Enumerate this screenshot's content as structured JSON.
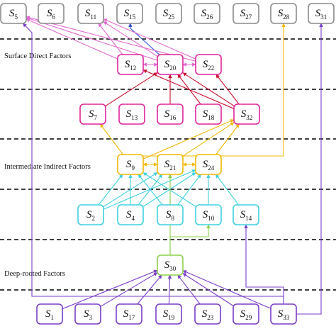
{
  "layers": [
    {
      "id": "surface",
      "label": "Surface Direct Factors"
    },
    {
      "id": "intermediate",
      "label": "Intermediate Indirect Factors"
    },
    {
      "id": "deep",
      "label": "Deep-rooted Factors"
    }
  ],
  "colors": {
    "gray": "#8a8a8a",
    "pink": "#e0249b",
    "lightpink": "#e06ad0",
    "red": "#c8102e",
    "orange": "#f2b705",
    "cyan": "#3fd0e0",
    "green": "#8ad04a",
    "purple": "#7a3ec8",
    "blue": "#2a4fd0"
  },
  "nodes": [
    {
      "id": "S5",
      "letter": "S",
      "sub": "5",
      "color": "gray"
    },
    {
      "id": "S6",
      "letter": "S",
      "sub": "6",
      "color": "gray"
    },
    {
      "id": "S11",
      "letter": "S",
      "sub": "11",
      "color": "gray"
    },
    {
      "id": "S15",
      "letter": "S",
      "sub": "15",
      "color": "gray"
    },
    {
      "id": "S25",
      "letter": "S",
      "sub": "25",
      "color": "gray"
    },
    {
      "id": "S26",
      "letter": "S",
      "sub": "26",
      "color": "gray"
    },
    {
      "id": "S27",
      "letter": "S",
      "sub": "27",
      "color": "gray"
    },
    {
      "id": "S28",
      "letter": "S",
      "sub": "28",
      "color": "gray"
    },
    {
      "id": "S31",
      "letter": "S",
      "sub": "31",
      "color": "gray"
    },
    {
      "id": "S12",
      "letter": "S",
      "sub": "12",
      "color": "pink"
    },
    {
      "id": "S20",
      "letter": "S",
      "sub": "20",
      "color": "pink"
    },
    {
      "id": "S22",
      "letter": "S",
      "sub": "22",
      "color": "pink"
    },
    {
      "id": "S7",
      "letter": "S",
      "sub": "7",
      "color": "pink"
    },
    {
      "id": "S13",
      "letter": "S",
      "sub": "13",
      "color": "pink"
    },
    {
      "id": "S16",
      "letter": "S",
      "sub": "16",
      "color": "pink"
    },
    {
      "id": "S18",
      "letter": "S",
      "sub": "18",
      "color": "pink"
    },
    {
      "id": "S32",
      "letter": "S",
      "sub": "32",
      "color": "pink"
    },
    {
      "id": "S9",
      "letter": "S",
      "sub": "9",
      "color": "orange"
    },
    {
      "id": "S21",
      "letter": "S",
      "sub": "21",
      "color": "orange"
    },
    {
      "id": "S24",
      "letter": "S",
      "sub": "24",
      "color": "orange"
    },
    {
      "id": "S2",
      "letter": "S",
      "sub": "2",
      "color": "cyan"
    },
    {
      "id": "S4",
      "letter": "S",
      "sub": "4",
      "color": "cyan"
    },
    {
      "id": "S8",
      "letter": "S",
      "sub": "8",
      "color": "cyan"
    },
    {
      "id": "S10",
      "letter": "S",
      "sub": "10",
      "color": "cyan"
    },
    {
      "id": "S14",
      "letter": "S",
      "sub": "14",
      "color": "cyan"
    },
    {
      "id": "S30",
      "letter": "S",
      "sub": "30",
      "color": "green"
    },
    {
      "id": "S1",
      "letter": "S",
      "sub": "1",
      "color": "purple"
    },
    {
      "id": "S3",
      "letter": "S",
      "sub": "3",
      "color": "purple"
    },
    {
      "id": "S17",
      "letter": "S",
      "sub": "17",
      "color": "purple"
    },
    {
      "id": "S19",
      "letter": "S",
      "sub": "19",
      "color": "purple"
    },
    {
      "id": "S23",
      "letter": "S",
      "sub": "23",
      "color": "purple"
    },
    {
      "id": "S29",
      "letter": "S",
      "sub": "29",
      "color": "purple"
    },
    {
      "id": "S33",
      "letter": "S",
      "sub": "33",
      "color": "purple"
    }
  ],
  "edges": [
    {
      "from": "S33",
      "to": "S31",
      "color": "purple"
    },
    {
      "from": "S33",
      "to": "S14",
      "color": "purple"
    },
    {
      "from": "S12",
      "to": "S5",
      "color": "lightpink"
    },
    {
      "from": "S12",
      "to": "S11",
      "color": "lightpink"
    },
    {
      "from": "S20",
      "to": "S5",
      "color": "lightpink"
    },
    {
      "from": "S20",
      "to": "S11",
      "color": "lightpink"
    },
    {
      "from": "S20",
      "to": "S15",
      "color": "blue"
    },
    {
      "from": "S22",
      "to": "S5",
      "color": "lightpink"
    },
    {
      "from": "S22",
      "to": "S11",
      "color": "lightpink"
    },
    {
      "from": "S12",
      "to": "S20",
      "color": "lightpink",
      "both": true
    },
    {
      "from": "S20",
      "to": "S22",
      "color": "lightpink",
      "both": true
    },
    {
      "from": "S7",
      "to": "S20",
      "color": "red"
    },
    {
      "from": "S16",
      "to": "S20",
      "color": "red"
    },
    {
      "from": "S18",
      "to": "S20",
      "color": "red"
    },
    {
      "from": "S32",
      "to": "S12",
      "color": "red"
    },
    {
      "from": "S32",
      "to": "S20",
      "color": "red"
    },
    {
      "from": "S32",
      "to": "S22",
      "color": "red"
    },
    {
      "from": "S9",
      "to": "S7",
      "color": "orange"
    },
    {
      "from": "S9",
      "to": "S32",
      "color": "orange"
    },
    {
      "from": "S21",
      "to": "S32",
      "color": "orange"
    },
    {
      "from": "S24",
      "to": "S32",
      "color": "orange"
    },
    {
      "from": "S9",
      "to": "S21",
      "color": "orange",
      "both": true
    },
    {
      "from": "S21",
      "to": "S24",
      "color": "orange",
      "both": true
    },
    {
      "from": "S9",
      "to": "S28",
      "color": "orange"
    },
    {
      "from": "S2",
      "to": "S9",
      "color": "cyan"
    },
    {
      "from": "S2",
      "to": "S21",
      "color": "cyan"
    },
    {
      "from": "S2",
      "to": "S24",
      "color": "cyan"
    },
    {
      "from": "S4",
      "to": "S9",
      "color": "cyan"
    },
    {
      "from": "S4",
      "to": "S21",
      "color": "cyan"
    },
    {
      "from": "S4",
      "to": "S24",
      "color": "cyan"
    },
    {
      "from": "S8",
      "to": "S9",
      "color": "cyan"
    },
    {
      "from": "S8",
      "to": "S21",
      "color": "cyan"
    },
    {
      "from": "S8",
      "to": "S24",
      "color": "cyan"
    },
    {
      "from": "S10",
      "to": "S9",
      "color": "cyan"
    },
    {
      "from": "S10",
      "to": "S24",
      "color": "cyan"
    },
    {
      "from": "S14",
      "to": "S24",
      "color": "cyan"
    },
    {
      "from": "S30",
      "to": "S21",
      "color": "green"
    },
    {
      "from": "S30",
      "to": "S10",
      "color": "green"
    },
    {
      "from": "S1",
      "to": "S30",
      "color": "purple"
    },
    {
      "from": "S3",
      "to": "S30",
      "color": "purple"
    },
    {
      "from": "S17",
      "to": "S30",
      "color": "purple"
    },
    {
      "from": "S19",
      "to": "S30",
      "color": "purple"
    },
    {
      "from": "S23",
      "to": "S30",
      "color": "purple"
    },
    {
      "from": "S29",
      "to": "S30",
      "color": "purple"
    },
    {
      "from": "S33",
      "to": "S30",
      "color": "purple"
    },
    {
      "from": "S33",
      "to": "S5",
      "color": "purple"
    }
  ]
}
